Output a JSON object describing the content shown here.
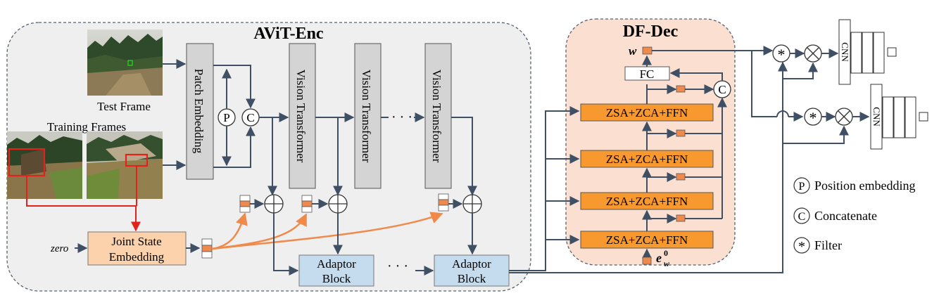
{
  "encoder": {
    "title": "AViT-Enc"
  },
  "decoder": {
    "title": "DF-Dec"
  },
  "frames": {
    "test_label": "Test Frame",
    "training_label": "Training Frames"
  },
  "blocks": {
    "patch_embedding": "Patch Embedding",
    "vision_transformer": "Vision Transformer",
    "joint_state_line1": "Joint State",
    "joint_state_line2": "Embedding",
    "adaptor_line1": "Adaptor",
    "adaptor_line2": "Block",
    "zsa": "ZSA+ZCA+FFN",
    "fc": "FC",
    "cnn": "CNN"
  },
  "symbols": {
    "p": "P",
    "c": "C",
    "filter": "*",
    "ellipsis": "· · ·",
    "zero": "zero",
    "w": "w",
    "e_base": "e",
    "e_sup": "0",
    "e_sub": "w"
  },
  "legend": [
    {
      "symbol": "P",
      "label": "Position embedding"
    },
    {
      "symbol": "C",
      "label": "Concatenate"
    },
    {
      "symbol": "*",
      "label": "Filter"
    }
  ],
  "colors": {
    "encoder_bg": "#efefef",
    "decoder_bg": "#fbe0d2",
    "gray_block": "#d4d4d4",
    "joint_block": "#fbd2ab",
    "adaptor_block": "#c5dcee",
    "zsa_block": "#f8992f",
    "token": "#ef8a4f",
    "arrow": "#3f5064",
    "red": "#e3221b",
    "orange_arrow": "#f0894a"
  }
}
